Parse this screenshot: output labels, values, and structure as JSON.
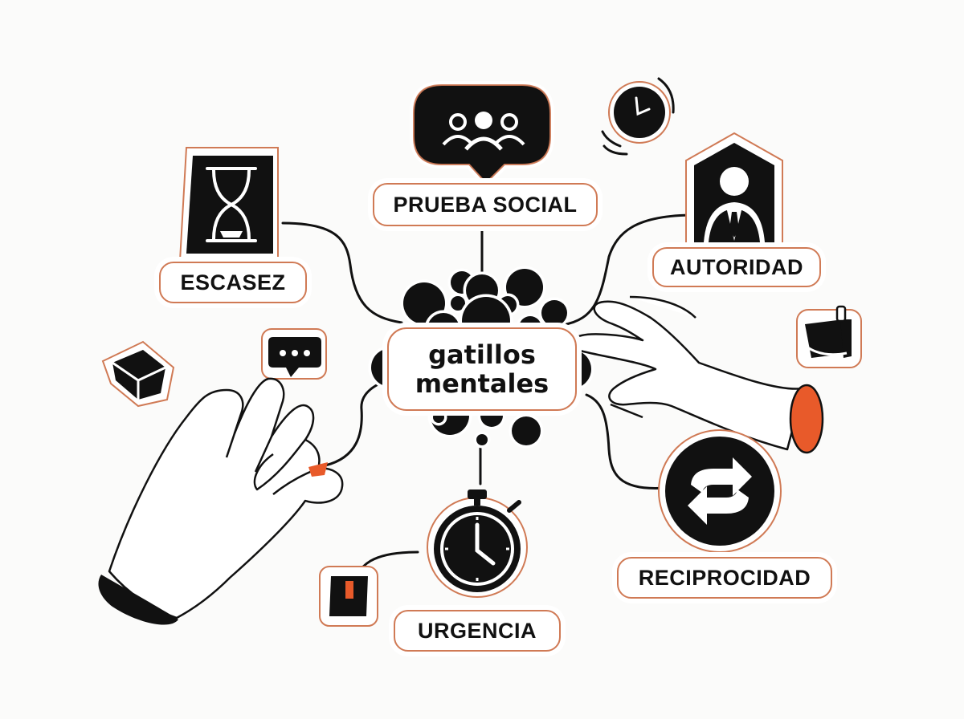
{
  "center": {
    "line1": "gatillos",
    "line2": "mentales"
  },
  "nodes": {
    "prueba_social": {
      "label": "PRUEBA SOCIAL",
      "icon": "social-group-chat-icon"
    },
    "escasez": {
      "label": "ESCASEZ",
      "icon": "hourglass-icon"
    },
    "autoridad": {
      "label": "AUTORIDAD",
      "icon": "businessman-icon"
    },
    "reciprocidad": {
      "label": "RECIPROCIDAD",
      "icon": "exchange-arrows-icon"
    },
    "urgencia": {
      "label": "URGENCIA",
      "icon": "stopwatch-icon"
    }
  },
  "colors": {
    "ink": "#111111",
    "accent": "#e85a2a",
    "outline": "#d07a55",
    "background": "#fbfbfa"
  }
}
